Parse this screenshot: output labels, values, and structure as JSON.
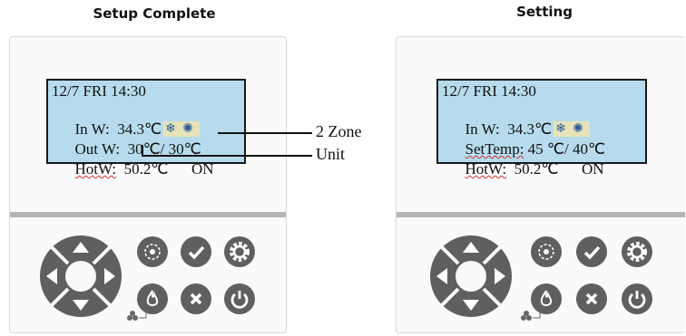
{
  "left": {
    "title": "Setup Complete",
    "lcd": {
      "line1": "12/7 FRI 14:30",
      "line2_label": "In W:",
      "line2_value": "34.3℃",
      "line3_label": "Out W:",
      "line3_value": "30℃/ 30℃",
      "line4_label": "HotW:",
      "line4_value": "50.2℃",
      "line4_state": "ON"
    }
  },
  "right": {
    "title": "Setting",
    "lcd": {
      "line1": "12/7 FRI 14:30",
      "line2_label": "In W:",
      "line2_value": "34.3℃",
      "line3_label": "SetTemp:",
      "line3_value": "45 ℃/ 40℃",
      "line4_label": "HotW:",
      "line4_value": "50.2℃",
      "line4_state": "ON"
    }
  },
  "callouts": {
    "zone": "2 Zone",
    "unit": "Unit"
  },
  "icons": {
    "snow": "snowflake-icon",
    "fan": "fan-icon",
    "mode": "mode-icon",
    "confirm": "checkmark-icon",
    "settings": "gear-icon",
    "flame": "flame-icon",
    "cancel": "x-icon",
    "power": "power-icon"
  },
  "colors": {
    "lcd_background": "#b6dbec",
    "button": "#5f5f5f",
    "divider": "#b5b5b5"
  }
}
